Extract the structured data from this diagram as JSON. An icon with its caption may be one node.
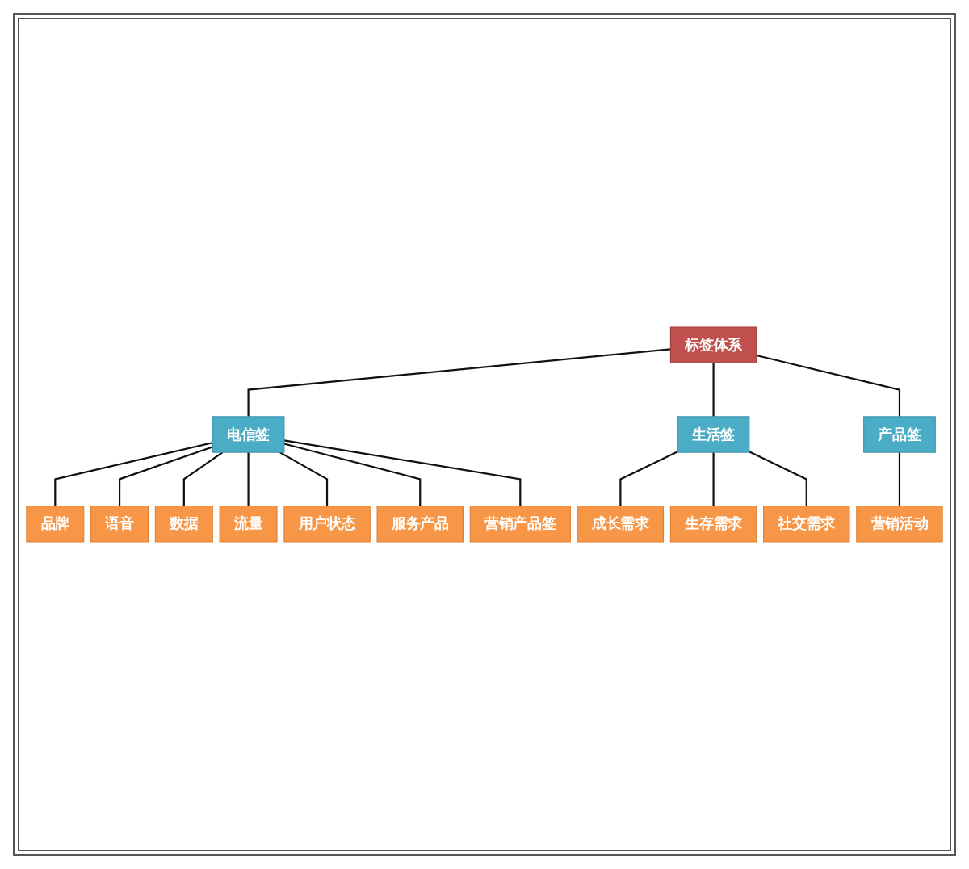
{
  "diagram": {
    "nodes": [
      {
        "text": [
          "标签体系"
        ]
      },
      {
        "text": [
          "电信签"
        ]
      },
      {
        "text": [
          "生活签"
        ]
      },
      {
        "text": [
          "产品签"
        ]
      },
      {
        "text": [
          "品牌"
        ]
      },
      {
        "text": [
          "语音"
        ]
      },
      {
        "text": [
          "数据"
        ]
      },
      {
        "text": [
          "流量"
        ]
      },
      {
        "text": [
          "用户状态"
        ]
      },
      {
        "text": [
          "服务产品"
        ]
      },
      {
        "text": [
          "营销产品签"
        ]
      },
      {
        "text": [
          "成长需求"
        ]
      },
      {
        "text": [
          "生存需求"
        ]
      },
      {
        "text": [
          "社交需求"
        ]
      },
      {
        "text": [
          "营销活动"
        ]
      }
    ],
    "edges": [
      {
        "from": 0,
        "to": 1,
        "arrow": "none"
      },
      {
        "from": 0,
        "to": 2,
        "arrow": "none"
      },
      {
        "from": 0,
        "to": 3,
        "arrow": "none"
      },
      {
        "from": 1,
        "to": 4,
        "arrow": "none"
      },
      {
        "from": 1,
        "to": 5,
        "arrow": "none"
      },
      {
        "from": 1,
        "to": 6,
        "arrow": "none"
      },
      {
        "from": 1,
        "to": 7,
        "arrow": "none"
      },
      {
        "from": 1,
        "to": 8,
        "arrow": "none"
      },
      {
        "from": 1,
        "to": 9,
        "arrow": "none"
      },
      {
        "from": 1,
        "to": 10,
        "arrow": "none"
      },
      {
        "from": 2,
        "to": 11,
        "arrow": "none"
      },
      {
        "from": 2,
        "to": 12,
        "arrow": "none"
      },
      {
        "from": 2,
        "to": 13,
        "arrow": "none"
      },
      {
        "from": 3,
        "to": 14,
        "arrow": "none"
      }
    ]
  }
}
